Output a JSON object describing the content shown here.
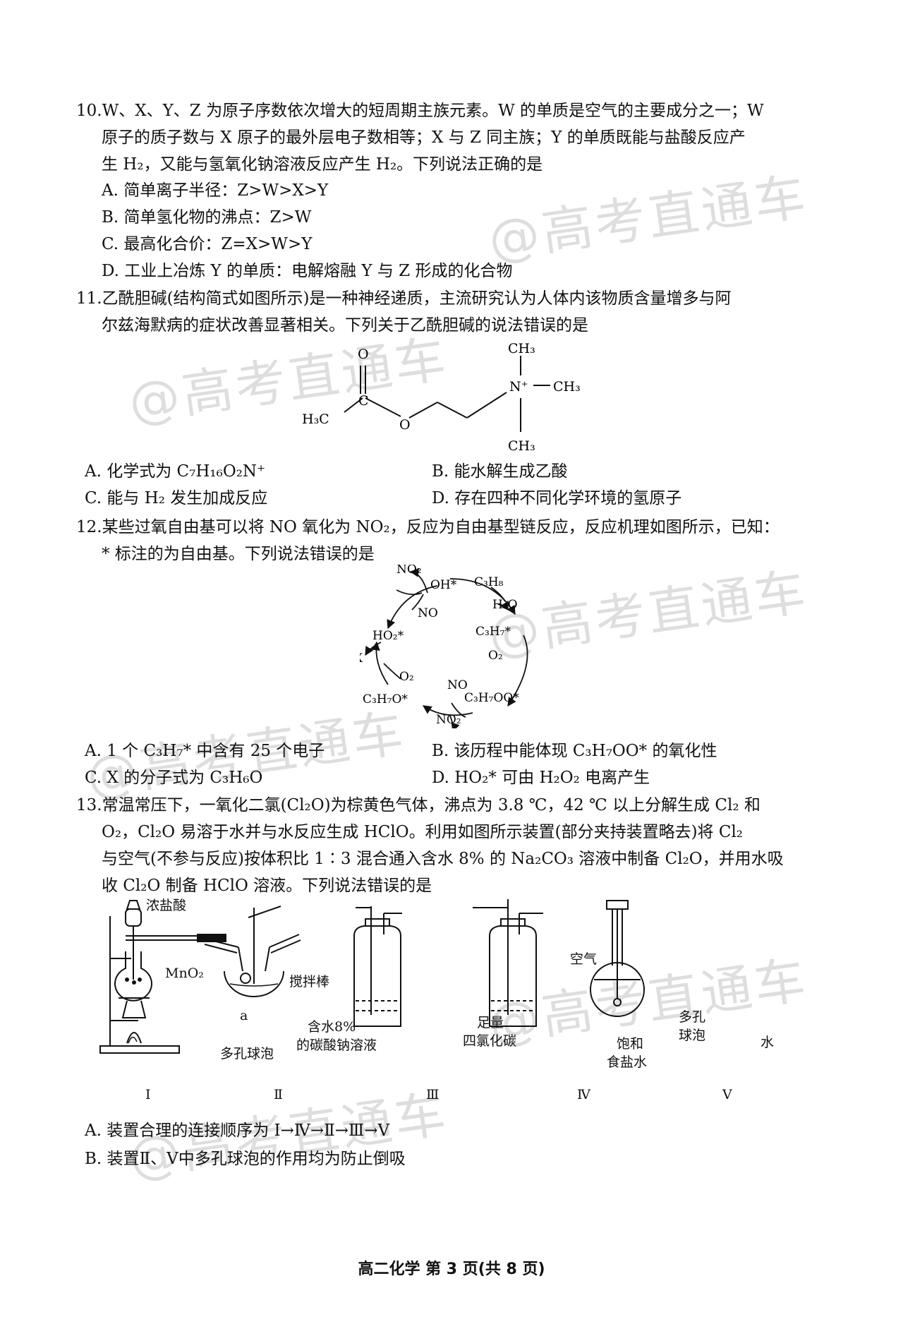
{
  "q10": {
    "number": "10.",
    "stem1": "W、X、Y、Z 为原子序数依次增大的短周期主族元素。W 的单质是空气的主要成分之一；W",
    "stem2": "原子的质子数与 X 原子的最外层电子数相等；X 与 Z 同主族；Y 的单质既能与盐酸反应产",
    "stem3": "生 H₂，又能与氢氧化钠溶液反应产生 H₂。下列说法正确的是",
    "options": [
      "A. 简单离子半径：Z>W>X>Y",
      "B. 简单氢化物的沸点：Z>W",
      "C. 最高化合价：Z=X>W>Y",
      "D. 工业上冶炼 Y 的单质：电解熔融 Y 与 Z 形成的化合物"
    ]
  },
  "q11": {
    "number": "11.",
    "stem1": "乙酰胆碱(结构简式如图所示)是一种神经递质，主流研究认为人体内该物质含量增多与阿",
    "stem2": "尔兹海默病的症状改善显著相关。下列关于乙酰胆碱的说法错误的是",
    "structure": {
      "o_top": "O",
      "c": "C",
      "h3c": "H₃C",
      "o_ester": "O",
      "n": "N⁺",
      "ch3_top": "CH₃",
      "ch3_right": "CH₃",
      "ch3_bottom": "CH₃"
    },
    "options": [
      "A. 化学式为 C₇H₁₆O₂N⁺",
      "B. 能水解生成乙酸",
      "C. 能与 H₂ 发生加成反应",
      "D. 存在四种不同化学环境的氢原子"
    ]
  },
  "q12": {
    "number": "12.",
    "stem1": "某些过氧自由基可以将 NO 氧化为 NO₂，反应为自由基型链反应，反应机理如图所示，已知：",
    "stem2": "* 标注的为自由基。下列说法错误的是",
    "cycle": {
      "oh": "OH*",
      "c3h8": "C₃H₈",
      "h2o": "H₂O",
      "c3h7": "C₃H₇*",
      "o2_right": "O₂",
      "c3h7oo": "C₃H₇OO*",
      "no_bottom": "NO",
      "no2_bottom": "NO₂",
      "c3h7o": "C₃H₇O*",
      "o2_left": "O₂",
      "x": "X",
      "ho2": "HO₂*",
      "no_top": "NO",
      "no2_top": "NO₂"
    },
    "options": [
      "A. 1 个 C₃H₇* 中含有 25 个电子",
      "B. 该历程中能体现 C₃H₇OO* 的氧化性",
      "C. X 的分子式为 C₃H₆O",
      "D. HO₂* 可由 H₂O₂ 电离产生"
    ]
  },
  "q13": {
    "number": "13.",
    "stem1": "常温常压下，一氧化二氯(Cl₂O)为棕黄色气体，沸点为 3.8 ℃，42 ℃ 以上分解生成 Cl₂ 和",
    "stem2": "O₂，Cl₂O 易溶于水并与水反应生成 HClO。利用如图所示装置(部分夹持装置略去)将 Cl₂",
    "stem3": "与空气(不参与反应)按体积比 1∶3 混合通入含水 8% 的 Na₂CO₃ 溶液中制备 Cl₂O，并用水吸",
    "stem4": "收 Cl₂O 制备 HClO 溶液。下列说法错误的是",
    "apparatus": {
      "conc_hcl": "浓盐酸",
      "mno2": "MnO₂",
      "stir_rod": "搅拌棒",
      "a": "a",
      "na2co3_1": "含水8%",
      "na2co3_2": "的碳酸钠溶液",
      "porous_bulb": "多孔球泡",
      "ccl4_1": "足量",
      "ccl4_2": "四氯化碳",
      "air": "空气",
      "brine_1": "饱和",
      "brine_2": "食盐水",
      "porous_1": "多孔",
      "porous_2": "球泡",
      "water": "水",
      "labels": [
        "Ⅰ",
        "Ⅱ",
        "Ⅲ",
        "Ⅳ",
        "Ⅴ"
      ]
    },
    "options": [
      "A. 装置合理的连接顺序为 Ⅰ→Ⅳ→Ⅱ→Ⅲ→Ⅴ",
      "B. 装置Ⅱ、Ⅴ中多孔球泡的作用均为防止倒吸"
    ]
  },
  "watermark": "@高考直通车",
  "footer": "高二化学 第 3 页(共 8 页)"
}
